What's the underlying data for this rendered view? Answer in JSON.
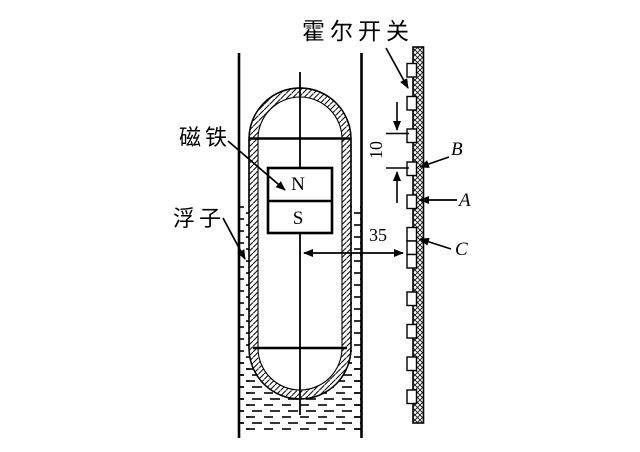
{
  "diagram": {
    "title_label": "霍尔开关",
    "labels": {
      "hall_switch": "霍尔开关",
      "magnet": "磁铁",
      "float": "浮子",
      "sensor_b": "B",
      "sensor_a": "A",
      "sensor_c": "C"
    },
    "magnet_poles": {
      "north": "N",
      "south": "S"
    },
    "dimensions": {
      "sensor_spacing": "10",
      "center_to_strip": "35"
    },
    "colors": {
      "line": "#000000",
      "background": "#ffffff"
    }
  }
}
